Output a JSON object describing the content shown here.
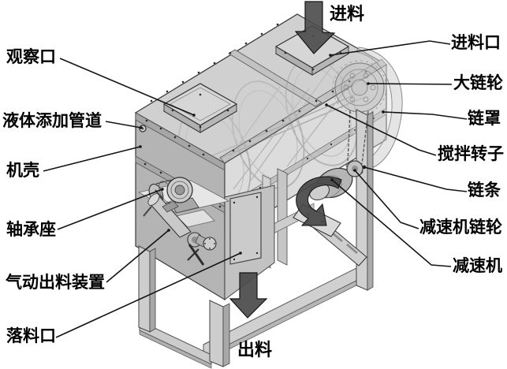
{
  "diagram": {
    "type": "technical-illustration",
    "subject": "horizontal ribbon mixer structure diagram",
    "colors": {
      "background": "#ffffff",
      "line": "#1a1a1a",
      "machine_grey": "#c9c9c9",
      "dark_arrow": "#4a4a4a"
    },
    "labels": {
      "observation_port": "观察口",
      "liquid_addition_pipe": "液体添加管道",
      "casing": "机壳",
      "bearing_seat": "轴承座",
      "pneumatic_discharge_device": "气动出料装置",
      "drop_outlet": "落料口",
      "feed_flow": "进料",
      "feed_inlet": "进料口",
      "large_sprocket": "大链轮",
      "chain_cover": "链罩",
      "mixing_rotor": "搅拌转子",
      "chain": "链条",
      "reducer_sprocket": "减速机链轮",
      "reducer": "减速机",
      "discharge_flow": "出料"
    }
  }
}
